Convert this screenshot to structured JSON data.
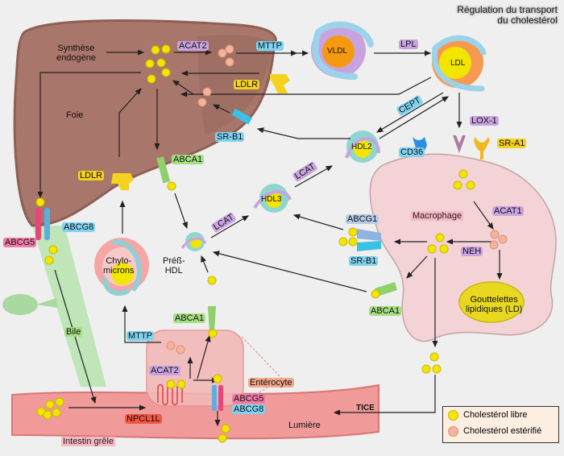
{
  "title": {
    "line1": "Régulation du transport",
    "line2": "du cholestérol"
  },
  "colors": {
    "background": "#efefef",
    "liver": "#a8766a",
    "liver_dark": "#8e5f55",
    "macrophage": "#f4d3d6",
    "intestine": "#f09a9a",
    "bile": "#bfe5b8",
    "free_cholesterol": "#f2e600",
    "esterified_cholesterol": "#f4b39a",
    "tag_purple": "#c9a3e0",
    "tag_blue": "#7fd3f0",
    "tag_yellow": "#f5d21e",
    "tag_green": "#a6df83",
    "tag_pink": "#f07ba8",
    "tag_red": "#f5563f",
    "tag_salmon": "#f2a98b"
  },
  "organs": {
    "liver": "Foie",
    "macrophage": "Macrophage",
    "enterocyte": "Entérocyte",
    "intestine": "Intestin grêle",
    "lumen": "Lumière",
    "bile": "Bile",
    "lipid_droplets": [
      "Gouttelettes",
      "lipidiques (LD)"
    ]
  },
  "labels": {
    "synthese": [
      "Synthèse",
      "endogène"
    ],
    "acat2_liver": "ACAT2",
    "mttp_liver": "MTTP",
    "vldl": "VLDL",
    "lpl": "LPL",
    "ldl": "LDL",
    "ldlr_liver": "LDLR",
    "srb1_liver": "SR-B1",
    "cept": "CEPT",
    "lox1": "LOX-1",
    "cd36": "CD36",
    "sra1": "SR-A1",
    "hdl2": "HDL2",
    "hdl3": "HDL3",
    "lcat1": "LCAT",
    "lcat2": "LCAT",
    "preb_hdl": [
      "Préß-",
      "HDL"
    ],
    "abca1_liver": "ABCA1",
    "ldlr_chylo": "LDLR",
    "abcg8_liver": "ABCG8",
    "abcg5_liver": "ABCG5",
    "chylomicrons": [
      "Chylo-",
      "microns"
    ],
    "acat1": "ACAT1",
    "abcg1": "ABCG1",
    "srb1_macro": "SR-B1",
    "neh": "NEH",
    "abca1_macro": "ABCA1",
    "abca1_entero": "ABCA1",
    "mttp_entero": "MTTP",
    "acat2_entero": "ACAT2",
    "npcl1l": "NPCL1L",
    "abcg5_entero": "ABCG5",
    "abcg8_entero": "ABCG8",
    "tice": "TICE"
  },
  "legend": {
    "free": "Cholestérol libre",
    "esterified": "Cholestérol estérifié"
  }
}
